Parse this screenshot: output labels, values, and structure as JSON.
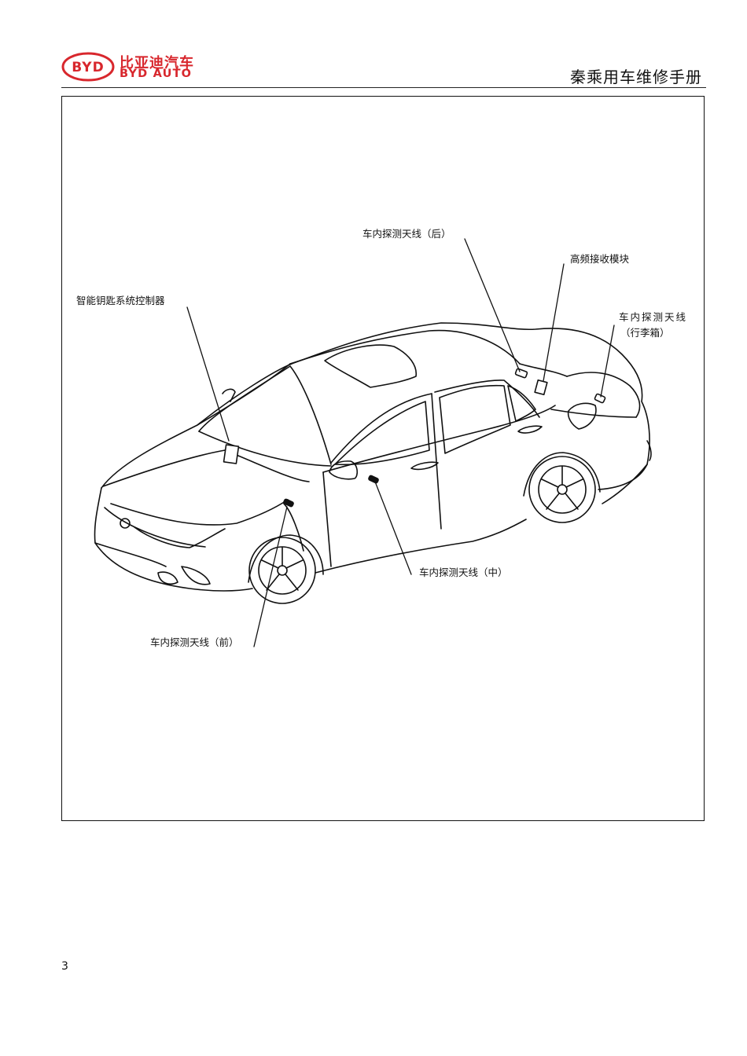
{
  "header": {
    "brand_cn": "比亚迪汽车",
    "brand_en": "BYD AUTO",
    "brand_mark": "BYD",
    "brand_color": "#d8272d",
    "manual_title": "秦乘用车维修手册"
  },
  "figure": {
    "labels": {
      "rear_antenna": "车内探测天线（后）",
      "rf_module": "高频接收模块",
      "trunk_antenna_line1": "车内探测天线",
      "trunk_antenna_line2": "（行李箱）",
      "smart_key_controller": "智能钥匙系统控制器",
      "middle_antenna": "车内探测天线（中）",
      "front_antenna": "车内探测天线（前）"
    }
  },
  "footer": {
    "page_number": "3"
  }
}
